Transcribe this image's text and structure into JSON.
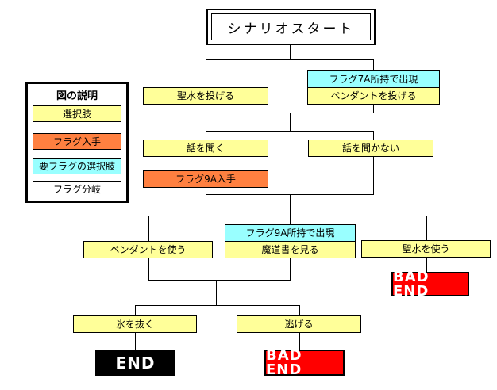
{
  "canvas": {
    "background": "#FFFFFF"
  },
  "title_box": {
    "label": "シナリオスタート"
  },
  "legend": {
    "title": "図の説明",
    "items": [
      {
        "label": "選択肢",
        "color": "#FFFF99"
      },
      {
        "label": "フラグ入手",
        "color": "#FF8040"
      },
      {
        "label": "要フラグの選択肢",
        "color": "#99FFFF"
      },
      {
        "label": "フラグ分岐",
        "color": "#FFFFFF"
      }
    ]
  },
  "nodes": {
    "throw_holy_water": {
      "label": "聖水を投げる",
      "color": "#FFFF99"
    },
    "flag_7a_condition": {
      "label": "フラグ7A所持で出現",
      "color": "#99FFFF"
    },
    "throw_pendant": {
      "label": "ペンダントを投げる",
      "color": "#FFFF99"
    },
    "listen_story": {
      "label": "話を聞く",
      "color": "#FFFF99"
    },
    "not_listen_story": {
      "label": "話を聞かない",
      "color": "#FFFF99"
    },
    "get_flag_9a": {
      "label": "フラグ9A入手",
      "color": "#FF8040"
    },
    "flag_9a_condition": {
      "label": "フラグ9A所持で出現",
      "color": "#99FFFF"
    },
    "read_grimoire": {
      "label": "魔道書を見る",
      "color": "#FFFF99"
    },
    "use_pendant": {
      "label": "ペンダントを使う",
      "color": "#FFFF99"
    },
    "use_holy_water": {
      "label": "聖水を使う",
      "color": "#FFFF99"
    },
    "pull_ice": {
      "label": "氷を抜く",
      "color": "#FFFF99"
    },
    "run_away": {
      "label": "逃げる",
      "color": "#FFFF99"
    },
    "end_good": {
      "label": "END",
      "color": "#000000"
    },
    "bad_end_right": {
      "label": "BAD END",
      "color": "#FF0000"
    },
    "bad_end_bottom": {
      "label": "BAD END",
      "color": "#FF0000"
    }
  },
  "colors": {
    "choice": "#FFFF99",
    "flag_get": "#FF8040",
    "flag_required_choice": "#99FFFF",
    "flag_branch": "#FFFFFF",
    "bad_end": "#FF0000",
    "end": "#000000",
    "line": "#000000"
  }
}
